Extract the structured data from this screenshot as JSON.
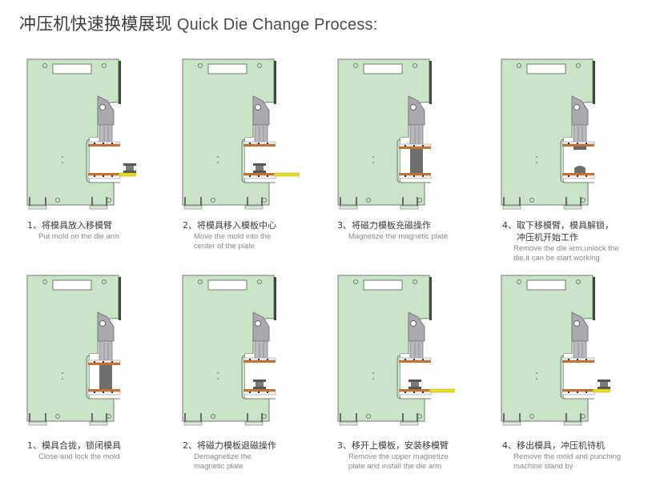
{
  "title": {
    "zh": "冲压机快速换模展现",
    "en": "Quick Die Change Process:"
  },
  "colors": {
    "frame_fill": "#c9e4c7",
    "frame_stroke": "#6e7f6e",
    "ram_fill": "#a9a9ae",
    "plate_orange": "#c8702c",
    "arm_yellow": "#e6dc2a",
    "title_text": "#3c3c3c",
    "caption_zh": "#3a3a3a",
    "caption_en": "#8a8a8a"
  },
  "rows": [
    {
      "name": "install-sequence",
      "steps": [
        {
          "num": "1、",
          "zh": "将模具放入移模臂",
          "en": "Put mold on the die arm",
          "state": "mold-on-arm-open"
        },
        {
          "num": "2、",
          "zh": "将模具移入模板中心",
          "en": "Move the mold into the\ncenter of the plate",
          "state": "mold-center-arm"
        },
        {
          "num": "3、",
          "zh": "将磁力模板充磁操作",
          "en": "Magnetize the magnetic plate",
          "state": "closed"
        },
        {
          "num": "4、",
          "zh": "取下移模臂，模具解锁，\n冲压机开始工作",
          "en": "Remove the die arm,unlock the\ndie,it can be start working",
          "state": "open-mold-split"
        }
      ]
    },
    {
      "name": "remove-sequence",
      "steps": [
        {
          "num": "1、",
          "zh": "模具合拢，锁闭模具",
          "en": "Close and lock the mold",
          "state": "closed"
        },
        {
          "num": "2、",
          "zh": "将磁力模板退磁操作",
          "en": "Demagnetize the\nmagnetic plate",
          "state": "mold-center"
        },
        {
          "num": "3、",
          "zh": "移开上模板，安装移模臂",
          "en": "Remove the upper magnetize\nplate and install the die arm",
          "state": "mold-center-arm"
        },
        {
          "num": "4、",
          "zh": "移出模具，冲压机待机",
          "en": "Remove the mold and punching\nmachine stand by",
          "state": "mold-on-arm-open"
        }
      ]
    }
  ]
}
